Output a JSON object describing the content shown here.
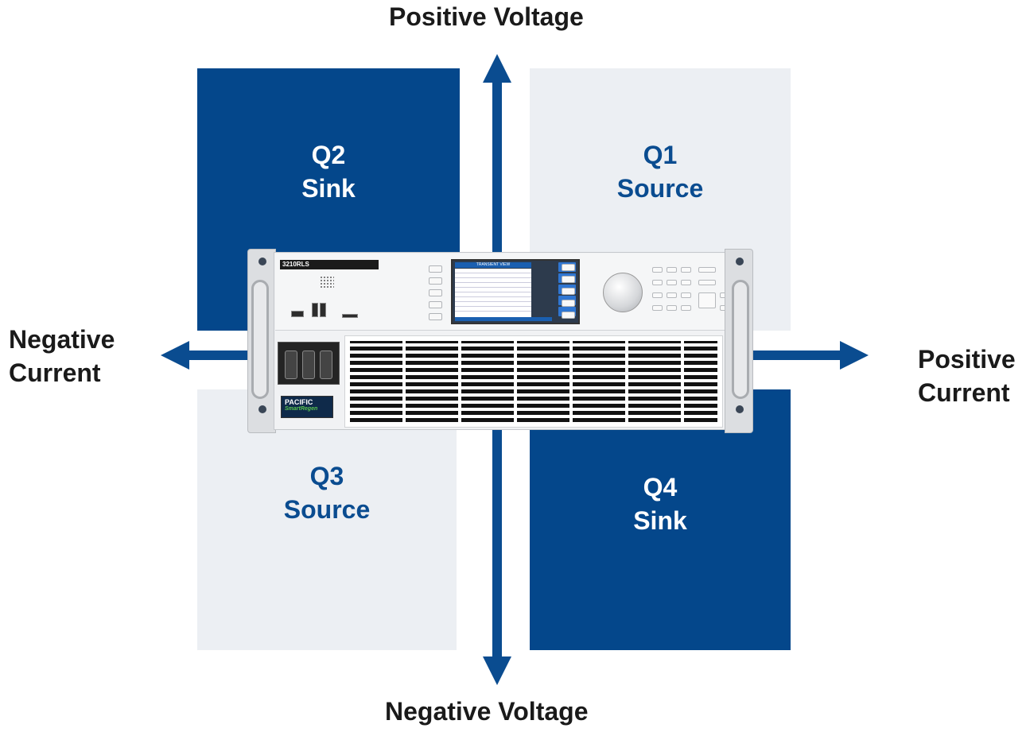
{
  "axes": {
    "top": "Positive Voltage",
    "bottom": "Negative Voltage",
    "left_line1": "Negative",
    "left_line2": "Current",
    "right_line1": "Positive",
    "right_line2": "Current"
  },
  "quadrants": {
    "q1": {
      "id": "Q1",
      "mode": "Source"
    },
    "q2": {
      "id": "Q2",
      "mode": "Sink"
    },
    "q3": {
      "id": "Q3",
      "mode": "Source"
    },
    "q4": {
      "id": "Q4",
      "mode": "Sink"
    }
  },
  "colors": {
    "dark_quadrant": "#04478b",
    "light_quadrant": "#eceff3",
    "arrow": "#0a4c90"
  },
  "instrument": {
    "model": "3210RLS",
    "screen_title": "TRANSIENT VIEW",
    "brand": "PACIFIC",
    "brand_sub": "SmartRegen"
  }
}
